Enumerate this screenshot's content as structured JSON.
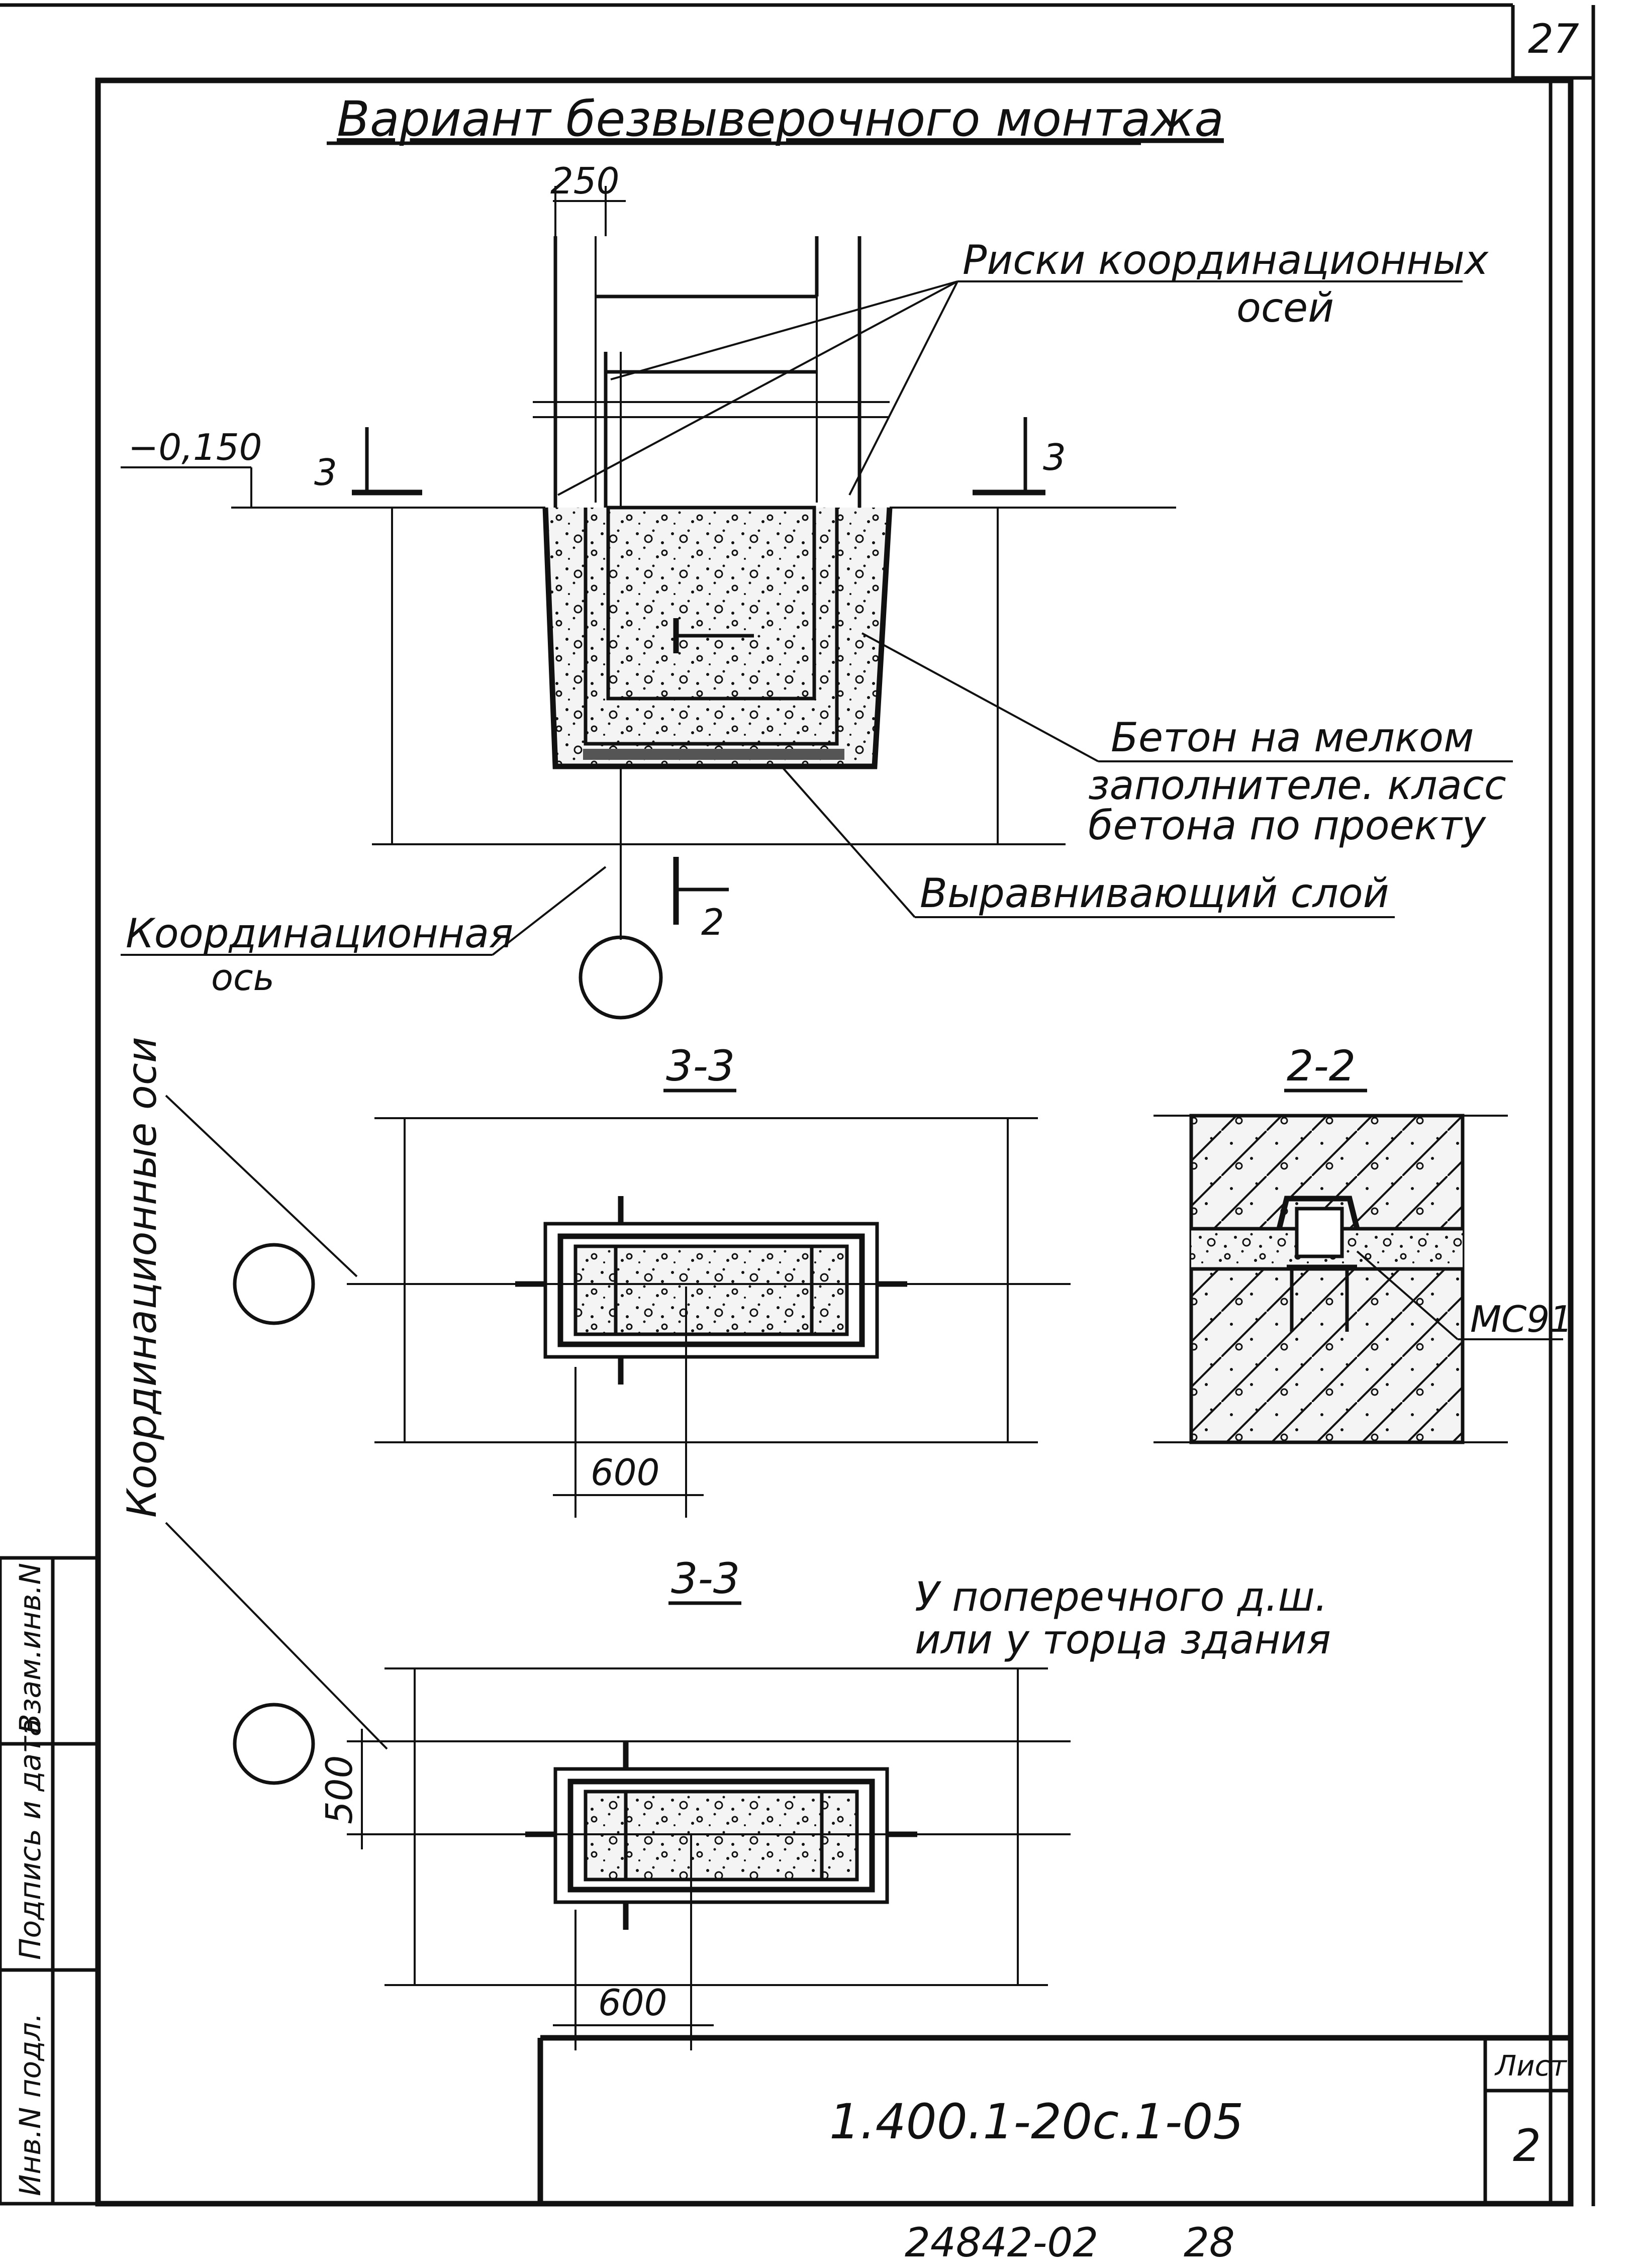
{
  "sheet": {
    "page_number": "27",
    "footer_number": "24842-02",
    "footer_page": "28"
  },
  "main": {
    "title": "Вариант безвыверочного монтажа",
    "dim_250": "250",
    "level_mark": "−0,150",
    "cut_mark": "3",
    "section_2_mark": "2",
    "labels": {
      "risk": "Риски координационных",
      "risk_2": "осей",
      "beton_1": "Бетон на мелком",
      "beton_2": "заполнителе. класс",
      "beton_3": "бетона по проекту",
      "layer": "Выравнивающий слой",
      "axis_1": "Координационная",
      "axis_2": "ось"
    }
  },
  "views": {
    "sec33_a_title": "3-3",
    "sec22_title": "2-2",
    "sec33_b_title": "3-3",
    "dim_600_a": "600",
    "dim_600_b": "600",
    "dim_500": "500",
    "mc_label": "МС91",
    "vertical_label": "Координационные оси",
    "note_1": "У поперечного д.ш.",
    "note_2": "или у торца здания"
  },
  "stamp": {
    "left_cell_1": "Инв.N подл.",
    "left_cell_2": "Подпись и дата",
    "left_cell_3": "Взам.инв.N",
    "doc_code": "1.400.1-20с.1-05",
    "list_label": "Лист",
    "list_number": "2"
  }
}
